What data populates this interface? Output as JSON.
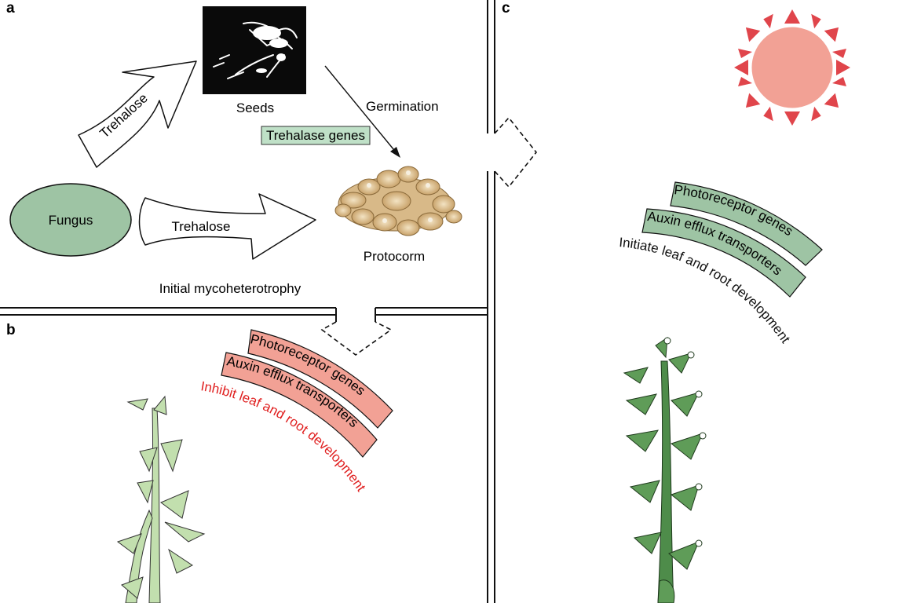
{
  "panels": {
    "a": {
      "letter": "a",
      "seeds_label": "Seeds",
      "germination_label": "Germination",
      "trehalase_box": "Trehalase genes",
      "fungus_label": "Fungus",
      "trehalose_upper": "Trehalose",
      "trehalose_lower": "Trehalose",
      "protocorm_label": "Protocorm",
      "caption": "Initial mycoheterotrophy"
    },
    "b": {
      "letter": "b",
      "band_outer": "Photoreceptor genes",
      "band_inner": "Auxin efflux transporters",
      "effect": "Inhibit leaf and root development"
    },
    "c": {
      "letter": "c",
      "band_outer": "Photoreceptor genes",
      "band_inner": "Auxin efflux transporters",
      "effect": "Initiate leaf and root development"
    }
  },
  "icons": {
    "sun": "sun-icon",
    "seeds": "seeds-photo",
    "protocorm": "protocorm-photo",
    "plant_b": "pale-orchid-illustration",
    "plant_c": "green-orchid-illustration"
  },
  "colors": {
    "green_fill": "#9ec4a4",
    "green_box": "#bfe0c7",
    "red_band": "#f2a195",
    "sun_body": "#f2a195",
    "sun_rays": "#e0454b",
    "inhibit_text": "#e02020",
    "pale_plant": "#c2dfae",
    "dark_plant": "#4e8c4a"
  }
}
